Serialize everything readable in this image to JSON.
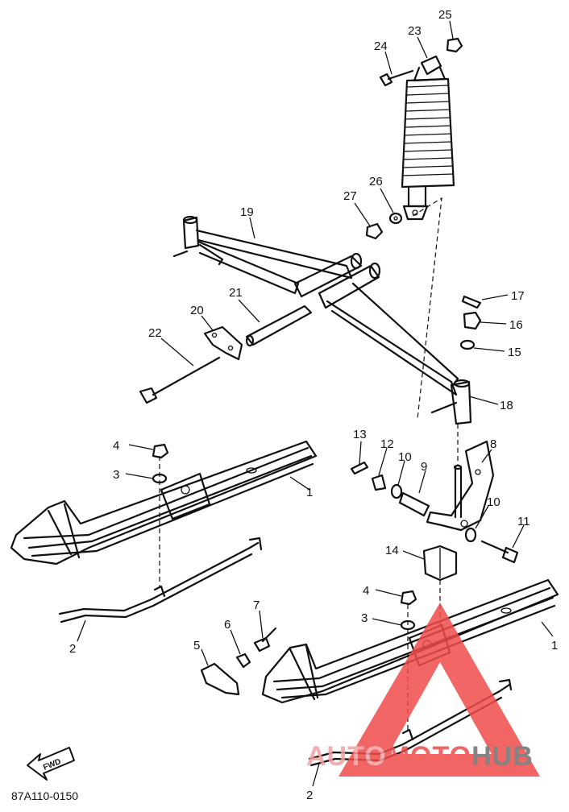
{
  "diagram": {
    "code": "87A110-0150",
    "fwd_label": "FWD"
  },
  "callouts": [
    {
      "id": "25",
      "label": "25"
    },
    {
      "id": "23",
      "label": "23"
    },
    {
      "id": "24",
      "label": "24"
    },
    {
      "id": "26",
      "label": "26"
    },
    {
      "id": "27",
      "label": "27"
    },
    {
      "id": "19",
      "label": "19"
    },
    {
      "id": "17",
      "label": "17"
    },
    {
      "id": "16",
      "label": "16"
    },
    {
      "id": "15",
      "label": "15"
    },
    {
      "id": "21",
      "label": "21"
    },
    {
      "id": "20",
      "label": "20"
    },
    {
      "id": "22",
      "label": "22"
    },
    {
      "id": "18",
      "label": "18"
    },
    {
      "id": "13",
      "label": "13"
    },
    {
      "id": "12",
      "label": "12"
    },
    {
      "id": "10a",
      "label": "10"
    },
    {
      "id": "9",
      "label": "9"
    },
    {
      "id": "8",
      "label": "8"
    },
    {
      "id": "4a",
      "label": "4"
    },
    {
      "id": "3a",
      "label": "3"
    },
    {
      "id": "1a",
      "label": "1"
    },
    {
      "id": "10b",
      "label": "10"
    },
    {
      "id": "11",
      "label": "11"
    },
    {
      "id": "14",
      "label": "14"
    },
    {
      "id": "4b",
      "label": "4"
    },
    {
      "id": "3b",
      "label": "3"
    },
    {
      "id": "7",
      "label": "7"
    },
    {
      "id": "6",
      "label": "6"
    },
    {
      "id": "5",
      "label": "5"
    },
    {
      "id": "1b",
      "label": "1"
    },
    {
      "id": "2a",
      "label": "2"
    },
    {
      "id": "2b",
      "label": "2"
    }
  ],
  "watermark": {
    "part1": "AUTO",
    "part2": "MOTO",
    "part3": "HUB",
    "color_red": "#f04b4b",
    "color_pink": "#f4a0a0",
    "color_gray": "#6e6e6e"
  }
}
